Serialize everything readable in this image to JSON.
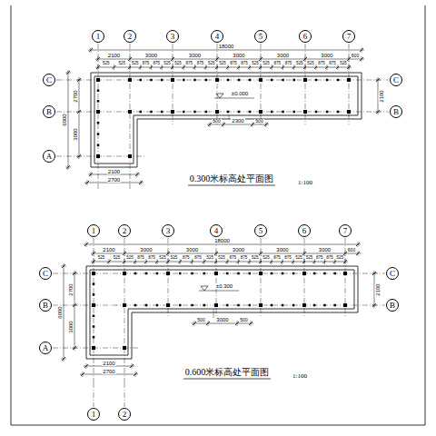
{
  "diagram": {
    "nodes": [
      {
        "text": [
          "1"
        ]
      },
      {
        "text": [
          "2"
        ]
      },
      {
        "text": [
          "3"
        ]
      },
      {
        "text": [
          "4"
        ]
      },
      {
        "text": [
          "5"
        ]
      },
      {
        "text": [
          "6"
        ]
      },
      {
        "text": [
          "7"
        ]
      },
      {
        "text": [
          "C"
        ]
      },
      {
        "text": [
          "B"
        ]
      },
      {
        "text": [
          "A"
        ]
      },
      {
        "text": [
          "C"
        ]
      },
      {
        "text": [
          "B"
        ]
      },
      {
        "text": [
          "1"
        ]
      },
      {
        "text": [
          "2"
        ]
      },
      {
        "text": [
          "3"
        ]
      },
      {
        "text": [
          "4"
        ]
      },
      {
        "text": [
          "5"
        ]
      },
      {
        "text": [
          "6"
        ]
      },
      {
        "text": [
          "7"
        ]
      },
      {
        "text": [
          "C"
        ]
      },
      {
        "text": [
          "B"
        ]
      },
      {
        "text": [
          "A"
        ]
      },
      {
        "text": [
          "C"
        ]
      },
      {
        "text": [
          "B"
        ]
      },
      {
        "text": [
          "1"
        ]
      },
      {
        "text": [
          "2"
        ]
      }
    ],
    "labels": [
      "18000",
      "2100",
      "3000",
      "3000",
      "3000",
      "3000",
      "3000",
      "600",
      "525",
      "525",
      "525",
      "875",
      "875",
      "525",
      "525",
      "875",
      "875",
      "525",
      "525",
      "875",
      "875",
      "525",
      "525",
      "875",
      "875",
      "525",
      "525",
      "875",
      "875",
      "525",
      "2700",
      "3000",
      "6000",
      "2100",
      "2100",
      "2700",
      "±0.000",
      "500",
      "2300",
      "500",
      "0.300米标高处平面图",
      "1:100",
      "18000",
      "2100",
      "3000",
      "3000",
      "3000",
      "3000",
      "3000",
      "600",
      "525",
      "525",
      "525",
      "875",
      "875",
      "525",
      "525",
      "875",
      "875",
      "525",
      "525",
      "875",
      "875",
      "525",
      "525",
      "875",
      "875",
      "525",
      "525",
      "875",
      "875",
      "525",
      "2700",
      "3000",
      "6000",
      "2100",
      "2100",
      "2700",
      "±0.300",
      "500",
      "3000",
      "500",
      "0.600米标高处平面图",
      "1:100"
    ]
  }
}
